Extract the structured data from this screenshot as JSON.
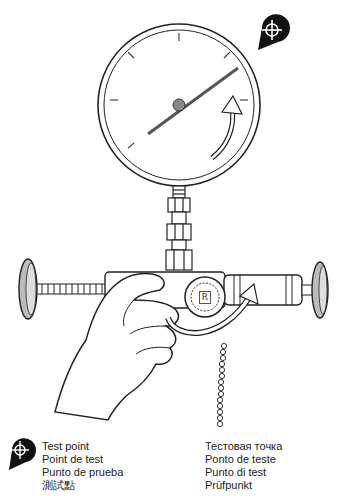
{
  "diagram": {
    "labels": [
      "R"
    ],
    "legend": [
      {
        "text": "Test point"
      },
      {
        "text": "Point de test"
      },
      {
        "text": "Punto de prueba"
      },
      {
        "text": "測試點"
      },
      {
        "text": "Тестовая точка"
      },
      {
        "text": "Ponto de teste"
      },
      {
        "text": "Punto di test"
      },
      {
        "text": "Prüfpunkt"
      }
    ]
  }
}
